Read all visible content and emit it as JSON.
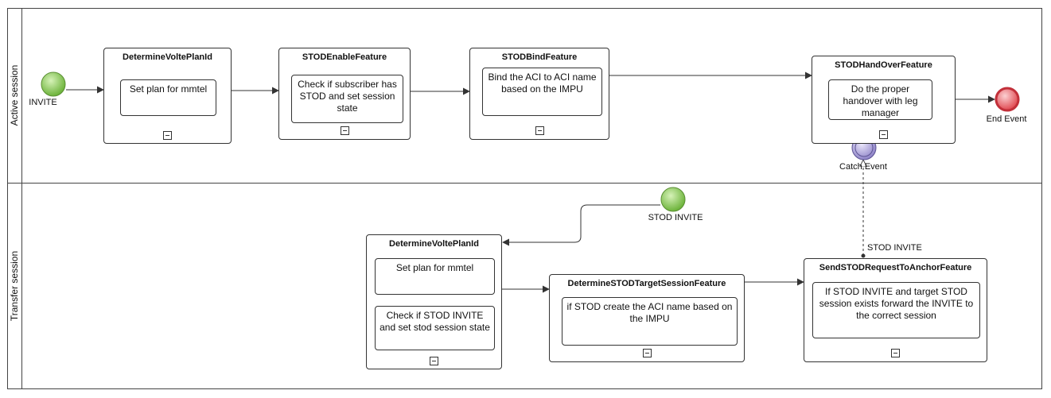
{
  "lanes": {
    "active": "Active session",
    "transfer": "Transfer session"
  },
  "events": {
    "invite_start": "INVITE",
    "end_event": "End Event",
    "catch_event": "Catch Event",
    "stod_invite_start": "STOD INVITE"
  },
  "tasks": {
    "determine_volte_1": {
      "title": "DetermineVoltePlanId",
      "sub": "Set plan for mmtel"
    },
    "stod_enable": {
      "title": "STODEnableFeature",
      "sub": "Check if subscriber has STOD and set session state"
    },
    "stod_bind": {
      "title": "STODBindFeature",
      "sub": "Bind the ACI to ACI name based on the IMPU"
    },
    "stod_handover": {
      "title": "STODHandOverFeature",
      "sub": "Do the proper handover with leg manager"
    },
    "determine_volte_2": {
      "title": "DetermineVoltePlanId",
      "sub1": "Set plan for mmtel",
      "sub2": "Check if STOD INVITE and set stod session state"
    },
    "determine_target": {
      "title": "DetermineSTODTargetSessionFeature",
      "sub": "if STOD create the ACI name based on the IMPU"
    },
    "send_request": {
      "title": "SendSTODRequestToAnchorFeature",
      "sub": "If STOD INVITE and target STOD session exists forward the INVITE to the correct session"
    }
  },
  "message_flow_label": "STOD INVITE",
  "colors": {
    "start_fill": "#7dc242",
    "end_fill": "#e8535a",
    "catch_fill": "#9b8fd0",
    "stroke": "#333333"
  }
}
